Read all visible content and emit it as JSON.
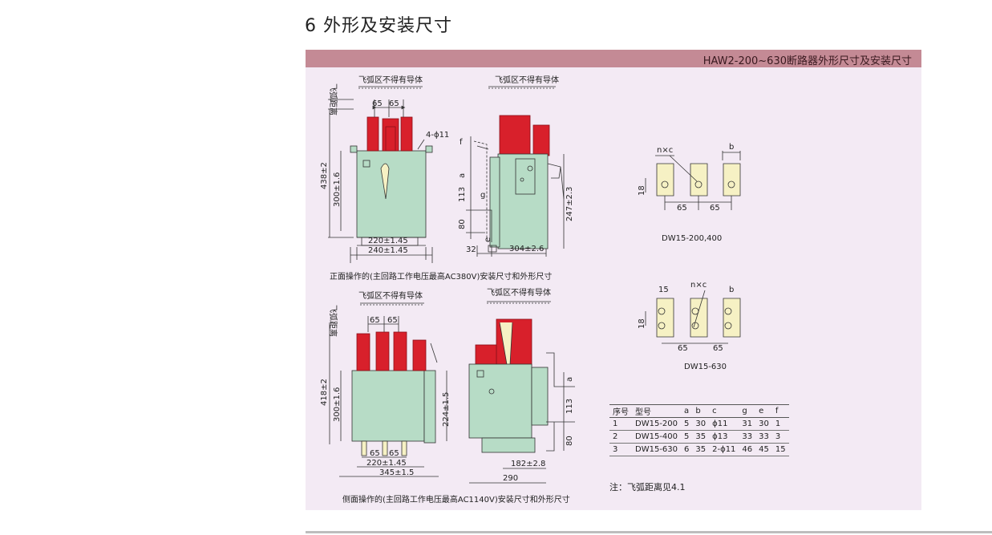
{
  "page_title": "6 外形及安装尺寸",
  "panel_title": "HAW2-200~630断路器外形尺寸及安装尺寸",
  "labels": {
    "arc_zone_1": "飞弧区不得有导体",
    "arc_zone_2": "飞弧区不得有导体",
    "arc_zone_3": "飞弧区不得有导体",
    "arc_zone_4": "飞弧区不得有导体",
    "arc_distance_1": "飞弧距离",
    "arc_distance_2": "飞弧距离",
    "front_caption": "正面操作的(主回路工作电压最高AC380V)安装尺寸和外形尺寸",
    "side_caption": "侧面操作的(主回路工作电压最高AC1140V)安装尺寸和外形尺寸",
    "dw15_200_400": "DW15-200,400",
    "dw15_630": "DW15-630",
    "note": "注：飞弧距离见4.1"
  },
  "dims": {
    "d65a": "65",
    "d65b": "65",
    "hole": "4-ϕ11",
    "d438": "438±2",
    "d300a": "300±1.6",
    "d220a": "220±1.45",
    "d240": "240±1.45",
    "f": "f",
    "a": "a",
    "g": "g",
    "d113a": "113",
    "d80a": "80",
    "e": "e",
    "d32": "32",
    "d304": "304±2.6",
    "d247": "247±2.3",
    "nc1": "n×c",
    "b1": "b",
    "d18a": "18",
    "d65c": "65",
    "d65d": "65",
    "d15": "15",
    "nc2": "n×c",
    "b2": "b",
    "d18b": "18",
    "d65e": "65",
    "d65f": "65",
    "d65g": "65",
    "d65h": "65",
    "d418": "418±2",
    "d300b": "300±1.6",
    "d224": "224±1.5",
    "d65i": "65",
    "d65j": "65",
    "d220b": "220±1.45",
    "d345": "345±1.5",
    "d182": "182±2.8",
    "d290": "290",
    "a2": "a",
    "d113b": "113",
    "d80b": "80"
  },
  "table": {
    "headers": [
      "序号",
      "型号",
      "a",
      "b",
      "c",
      "g",
      "e",
      "f"
    ],
    "rows": [
      [
        "1",
        "DW15-200",
        "5",
        "30",
        "ϕ11",
        "31",
        "30",
        "1"
      ],
      [
        "2",
        "DW15-400",
        "5",
        "35",
        "ϕ13",
        "33",
        "33",
        "3"
      ],
      [
        "3",
        "DW15-630",
        "6",
        "35",
        "2-ϕ11",
        "46",
        "45",
        "15"
      ]
    ]
  },
  "colors": {
    "header": "#c48a95",
    "panel": "#f3eaf4",
    "body": "#b7dcc6",
    "red": "#d8202b",
    "terminal": "#f6f1c4"
  }
}
